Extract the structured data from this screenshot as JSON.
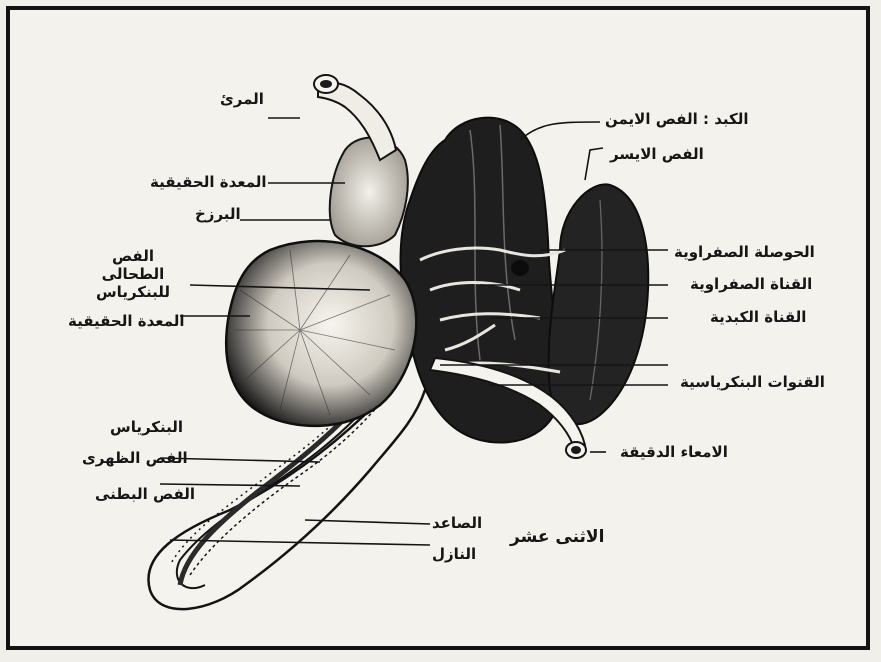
{
  "diagram": {
    "labels": {
      "esophagus": "المرئ",
      "liver_right_lobe": "الكبد : الفص الايمن",
      "liver_left_lobe": "الفص الايسر",
      "proventriculus": "المعدة الحقيقية",
      "isthmus": "البرزخ",
      "pancreas_splenic_lobe": "الفص الطحالى\nللبنكرياس",
      "gizzard": "المعدة الحقيقية",
      "gall_bladder": "الحوصلة الصفراوية",
      "bile_duct": "القناة الصفراوية",
      "hepatic_duct": "القناة الكبدية",
      "pancreatic_ducts": "القنوات البنكرياسية",
      "small_intestine": "الامعاء الدقيقة",
      "pancreas": "البنكرياس",
      "dorsal_lobe": "الفص الظهرى",
      "ventral_lobe": "الفص البطنى",
      "ascending": "الصاعد",
      "duodenum": "الاثنى عشر",
      "descending": "النازل"
    }
  }
}
